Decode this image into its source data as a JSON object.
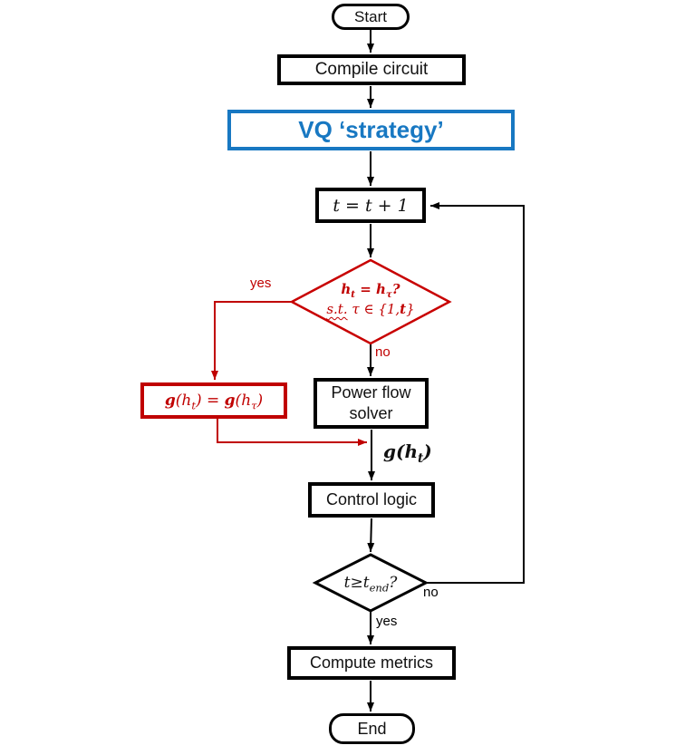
{
  "colors": {
    "accent_blue": "#1878c2",
    "accent_red": "#c00000",
    "line_black": "#000000"
  },
  "nodes": {
    "start": "Start",
    "compile": "Compile circuit",
    "vq": "VQ ‘strategy’",
    "increment": "t = t + 1",
    "power_flow": "Power flow solver",
    "control": "Control logic",
    "compute": "Compute metrics",
    "end": "End"
  },
  "match_diamond": {
    "line1": {
      "h1": "h",
      "sub1": "t",
      "eq": " = ",
      "h2": "h",
      "sub2": "τ",
      "q": "?"
    },
    "line2": {
      "st": "s.t.",
      "mid": " τ ∈ {1,",
      "tb": "t",
      "close": "}"
    }
  },
  "freeze_box": {
    "g1": "g",
    "o1": "(",
    "h1": "h",
    "s1": "t",
    "c1": ")",
    "eq": " = ",
    "g2": "g",
    "o2": "(",
    "h2": "h",
    "s2": "τ",
    "c2": ")"
  },
  "gh_label": {
    "g": "g",
    "o": "(",
    "h": "h",
    "s": "t",
    "c": ")"
  },
  "end_diamond": {
    "pre": "t≥t",
    "sub": "end",
    "q": "?"
  },
  "edge_labels": {
    "match_yes": "yes",
    "match_no": "no",
    "end_no": "no",
    "end_yes": "yes"
  }
}
